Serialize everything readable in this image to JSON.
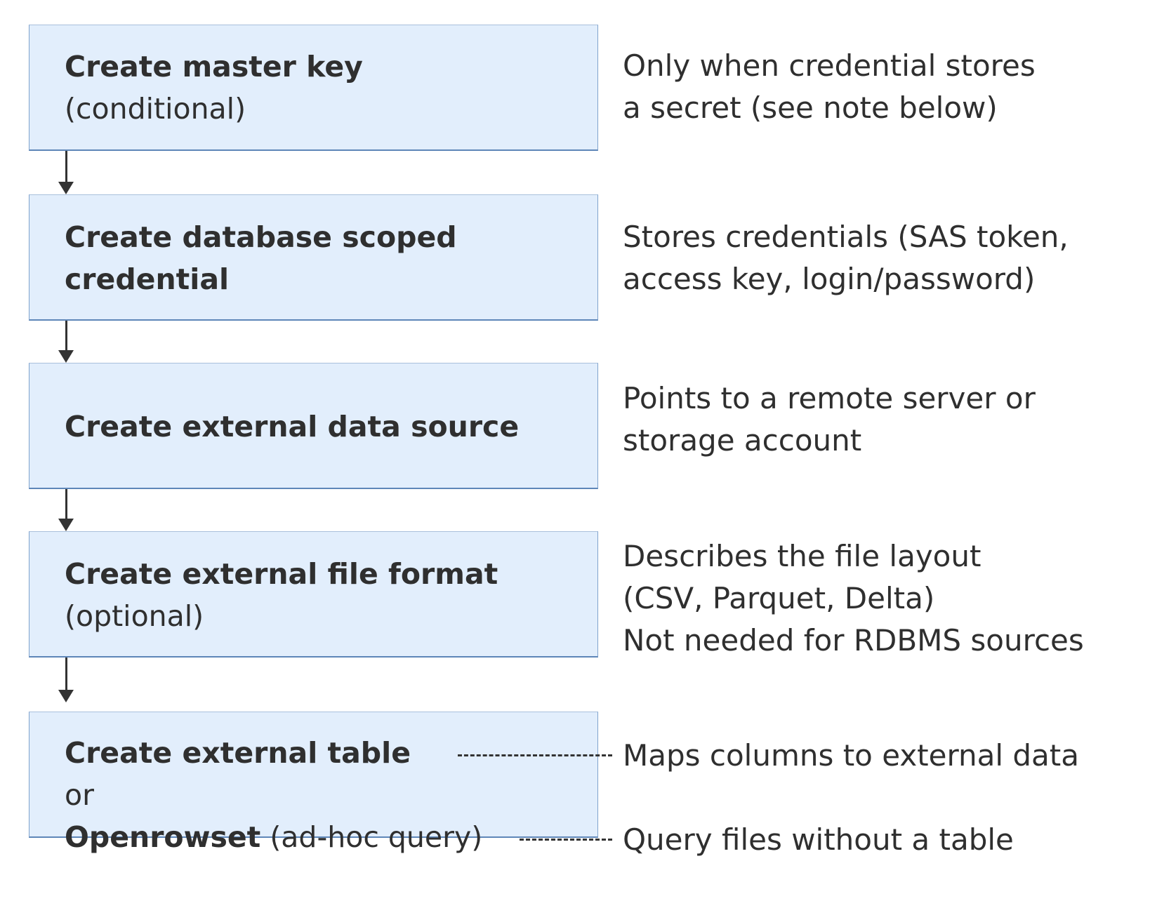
{
  "steps": [
    {
      "title": "Create master key",
      "subtitle": "(conditional)"
    },
    {
      "title_line1": "Create database scoped",
      "title_line2": "credential"
    },
    {
      "title": "Create external data source"
    },
    {
      "title": "Create external file format",
      "subtitle": "(optional)"
    },
    {
      "title_a": "Create external table",
      "connector": "or",
      "title_b": "Openrowset",
      "title_b_suffix": " (ad-hoc query)"
    }
  ],
  "notes": [
    {
      "lines": [
        "Only when credential stores",
        "a secret (see note below)"
      ]
    },
    {
      "lines": [
        "Stores credentials (SAS token,",
        "access key, login/password)"
      ]
    },
    {
      "lines": [
        "Points to a remote server or",
        "storage account"
      ]
    },
    {
      "lines": [
        "Describes the file layout",
        "(CSV, Parquet, Delta)",
        "Not needed for RDBMS sources"
      ]
    },
    {
      "line_a": "Maps columns to external data",
      "line_b": "Query files without a table"
    }
  ],
  "colors": {
    "box_fill": "#e2eefc",
    "box_border": "#5e86b8",
    "text": "#2f2f2f",
    "arrow": "#333333"
  }
}
